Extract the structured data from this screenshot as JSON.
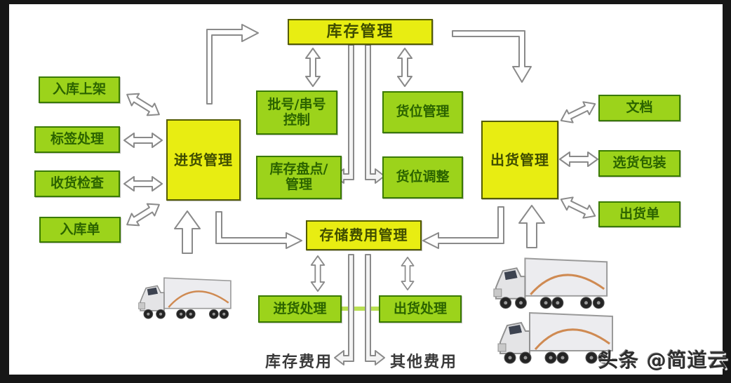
{
  "watermark": {
    "text": "头条 @简道云"
  },
  "nodes": {
    "inventory_mgmt": {
      "label": "库存管理"
    },
    "inbound_mgmt": {
      "label": "进货管理"
    },
    "outbound_mgmt": {
      "label": "出货管理"
    },
    "storage_cost_mgmt": {
      "label": "存储费用管理"
    },
    "inbound_shelving": {
      "label": "入库上架"
    },
    "label_processing": {
      "label": "标签处理"
    },
    "receiving_inspection": {
      "label": "收货检查"
    },
    "inbound_order": {
      "label": "入库单"
    },
    "batch_serial_control": {
      "label": "批号/串号控制",
      "line1": "批号/串号",
      "line2": "控制"
    },
    "location_mgmt": {
      "label": "货位管理"
    },
    "stock_count_mgmt": {
      "label": "库存盘点/管理",
      "line1": "库存盘点/",
      "line2": "管理"
    },
    "location_adjustment": {
      "label": "货位调整"
    },
    "documents": {
      "label": "文档"
    },
    "pick_pack": {
      "label": "选货包装"
    },
    "shipping_order": {
      "label": "出货单"
    },
    "inbound_processing": {
      "label": "进货处理"
    },
    "outbound_processing": {
      "label": "出货处理"
    }
  },
  "labels": {
    "inventory_cost": "库存费用",
    "other_cost": "其他费用"
  },
  "icons": {
    "truck": "truck-image",
    "double_arrow": "double-headed-arrow",
    "up_arrow": "up-arrow",
    "elbow_arrow": "elbow-arrow"
  },
  "colors": {
    "yellow_box": "#e8ed12",
    "yellow_border": "#545c00",
    "green_box": "#9cd31b",
    "green_border": "#3a7a00",
    "green_text": "#2b6300",
    "yellow_text": "#3f4d00",
    "arrow_fill": "#ffffff",
    "arrow_stroke": "#8a8a8a",
    "connector_green": "#b9e052",
    "frame": "#161616",
    "background": "#ffffff"
  },
  "connections": [
    {
      "from": "进货管理",
      "to": "库存管理",
      "type": "elbow-arrow"
    },
    {
      "from": "库存管理",
      "to": "出货管理",
      "type": "elbow-arrow"
    },
    {
      "from": "库存管理",
      "to": "批号/串号控制",
      "type": "double-arrow"
    },
    {
      "from": "库存管理",
      "to": "货位管理",
      "type": "double-arrow"
    },
    {
      "from": "库存管理",
      "to": "库存盘点/管理",
      "type": "rail-arrow"
    },
    {
      "from": "库存管理",
      "to": "货位调整",
      "type": "rail-arrow"
    },
    {
      "from": "入库上架",
      "to": "进货管理",
      "type": "double-arrow"
    },
    {
      "from": "标签处理",
      "to": "进货管理",
      "type": "double-arrow"
    },
    {
      "from": "收货检查",
      "to": "进货管理",
      "type": "double-arrow"
    },
    {
      "from": "入库单",
      "to": "进货管理",
      "type": "double-arrow"
    },
    {
      "from": "进货管理",
      "to": "存储费用管理",
      "type": "elbow-arrow"
    },
    {
      "from": "出货管理",
      "to": "存储费用管理",
      "type": "elbow-arrow"
    },
    {
      "from": "出货管理",
      "to": "文档",
      "type": "double-arrow"
    },
    {
      "from": "出货管理",
      "to": "选货包装",
      "type": "double-arrow"
    },
    {
      "from": "出货管理",
      "to": "出货单",
      "type": "double-arrow"
    },
    {
      "from": "存储费用管理",
      "to": "进货处理",
      "type": "double-arrow"
    },
    {
      "from": "存储费用管理",
      "to": "出货处理",
      "type": "double-arrow"
    },
    {
      "from": "存储费用管理",
      "to": "库存费用",
      "type": "rail-arrow"
    },
    {
      "from": "存储费用管理",
      "to": "其他费用",
      "type": "rail-arrow"
    },
    {
      "from": "进货处理",
      "to": "出货处理",
      "type": "green-line"
    }
  ]
}
